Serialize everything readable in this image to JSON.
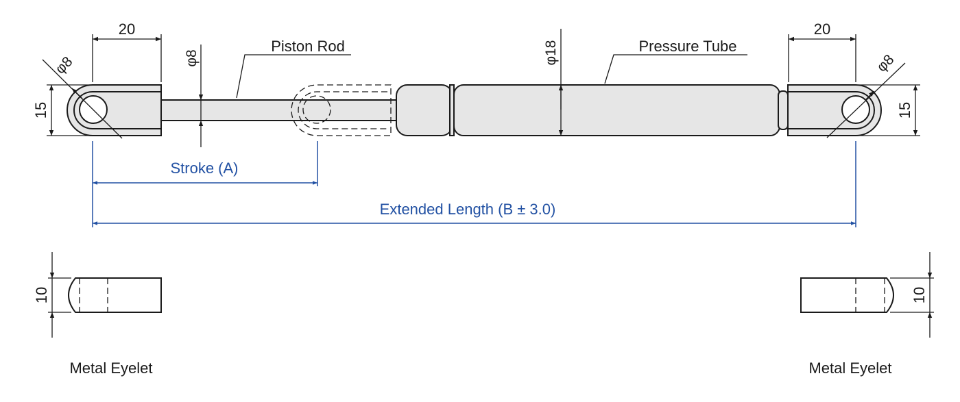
{
  "labels": {
    "piston_rod": "Piston Rod",
    "pressure_tube": "Pressure Tube",
    "stroke": "Stroke (A)",
    "extended_length": "Extended Length (B ± 3.0)",
    "metal_eyelet_left": "Metal Eyelet",
    "metal_eyelet_right": "Metal Eyelet"
  },
  "dimensions": {
    "eyelet_length_left": "20",
    "eyelet_length_right": "20",
    "hole_diameter_left": "φ8",
    "hole_diameter_right": "φ8",
    "rod_diameter": "φ8",
    "tube_diameter": "φ18",
    "eyelet_height_left": "15",
    "eyelet_height_right": "15",
    "eyelet_thickness_left": "10",
    "eyelet_thickness_right": "10"
  },
  "colors": {
    "dimension_blue": "#2251a3",
    "part_fill": "#e6e6e6"
  }
}
